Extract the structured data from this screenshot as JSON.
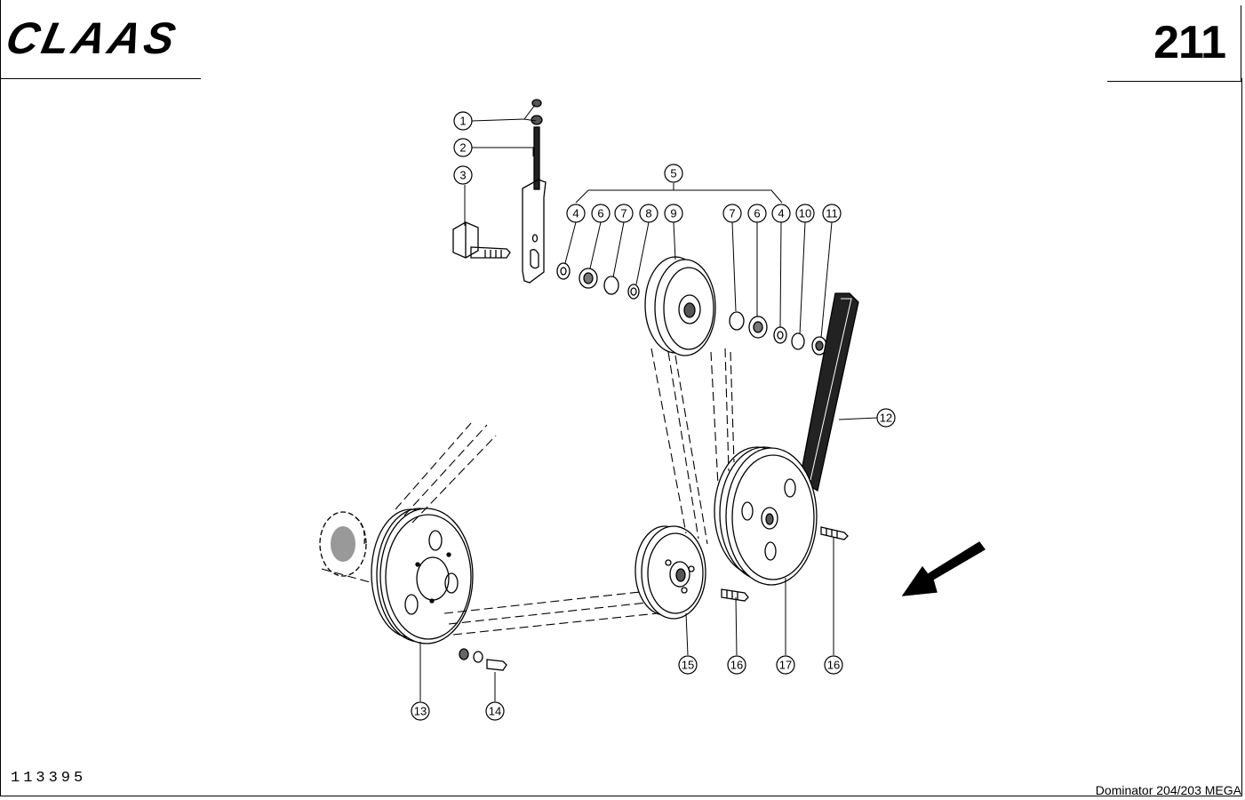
{
  "header": {
    "logo": "CLAAS",
    "page_number": "211"
  },
  "footer": {
    "drawing_number": "113395",
    "model": "Dominator 204/203 MEGA"
  },
  "callouts": [
    {
      "label": "1"
    },
    {
      "label": "2"
    },
    {
      "label": "3"
    },
    {
      "label": "5"
    },
    {
      "label": "4"
    },
    {
      "label": "6"
    },
    {
      "label": "7"
    },
    {
      "label": "8"
    },
    {
      "label": "9"
    },
    {
      "label": "7"
    },
    {
      "label": "6"
    },
    {
      "label": "4"
    },
    {
      "label": "10"
    },
    {
      "label": "11"
    },
    {
      "label": "12"
    },
    {
      "label": "13"
    },
    {
      "label": "14"
    },
    {
      "label": "15"
    },
    {
      "label": "16"
    },
    {
      "label": "17"
    },
    {
      "label": "16"
    }
  ]
}
